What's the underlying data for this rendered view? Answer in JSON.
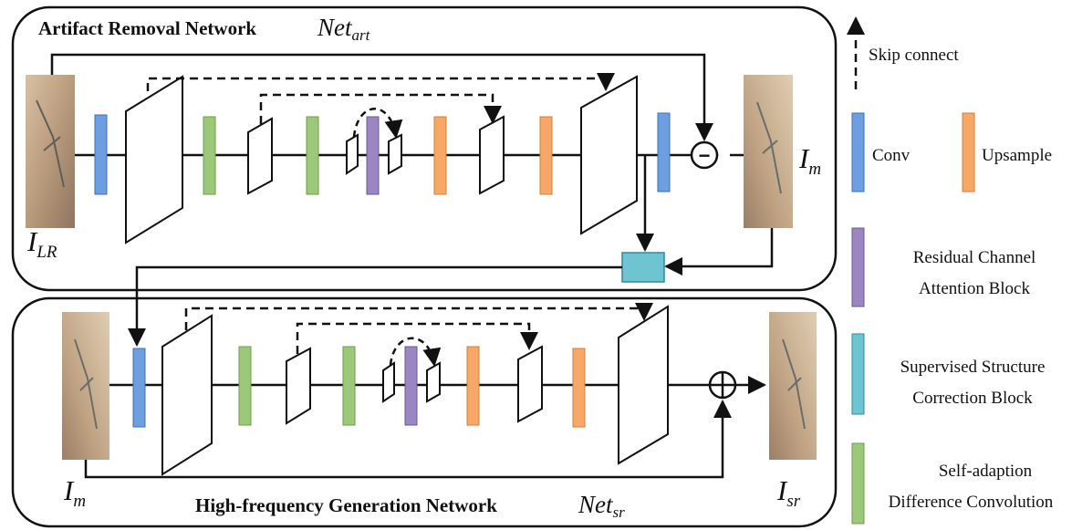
{
  "colors": {
    "conv": "#6c9ee0",
    "upsample": "#f7a866",
    "rcab": "#9b86c2",
    "sscb": "#6fc4d2",
    "sadc": "#9cc87a",
    "line": "#111111"
  },
  "art": {
    "title": "Artifact Removal Network",
    "net_base": "Net",
    "net_sub": "art",
    "input_base": "I",
    "input_sub": "LR",
    "output_base": "I",
    "output_sub": "m",
    "minus_symbol": "−"
  },
  "sr": {
    "title": "High-frequency Generation Network",
    "net_base": "Net",
    "net_sub": "sr",
    "input_base": "I",
    "input_sub": "m",
    "output_base": "I",
    "output_sub": "sr",
    "plus_symbol": "+"
  },
  "legend": {
    "skip": "Skip connect",
    "conv": "Conv",
    "upsample": "Upsample",
    "rcab_1": "Residual Channel",
    "rcab_2": "Attention Block",
    "sscb_1": "Supervised Structure",
    "sscb_2": "Correction Block",
    "sadc_1": "Self-adaption",
    "sadc_2": "Difference  Convolution"
  }
}
